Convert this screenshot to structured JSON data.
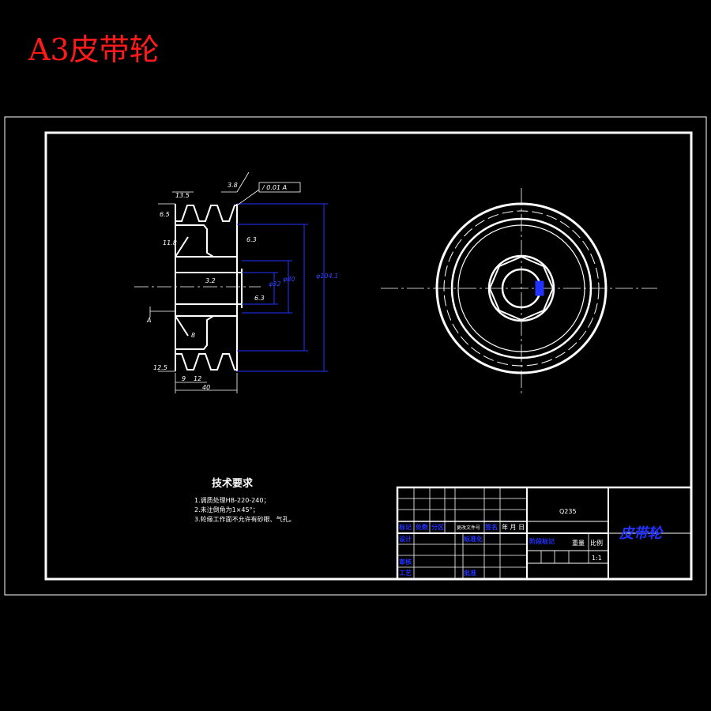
{
  "sheet_title": "A3皮带轮",
  "front_view": {
    "dimensions": [
      "13.5",
      "3.8",
      "6.5",
      "11.8",
      "6.3",
      "3.2",
      "6.3",
      "φ32",
      "φ80",
      "φ104.1",
      "8",
      "12.5",
      "9",
      "12",
      "40"
    ],
    "tolerance_frame": "/ 0.01 A",
    "datum": "A"
  },
  "technical_requirements": {
    "title": "技术要求",
    "items": [
      "1.调质处理HB-220-240；",
      "2.未注倒角为1×45°；",
      "3.轮缘工作面不允许有砂眼、气孔。"
    ]
  },
  "title_block": {
    "material": "Q235",
    "part_name": "皮带轮",
    "scale": "1:1",
    "labels": {
      "mark": "标记",
      "count": "处数",
      "zone": "分区",
      "change_doc": "更改文件号",
      "signature": "签名",
      "date": "年 月 日",
      "design": "设计",
      "standardize": "标准化",
      "review": "审核",
      "process": "工艺",
      "approve": "批准",
      "stage_mark": "阶段标记",
      "weight": "重量",
      "ratio": "比例"
    }
  },
  "colors": {
    "background": "#000000",
    "lines": "#ffffff",
    "dimension_lines": "#2233ff",
    "title": "#ff1a1a"
  }
}
